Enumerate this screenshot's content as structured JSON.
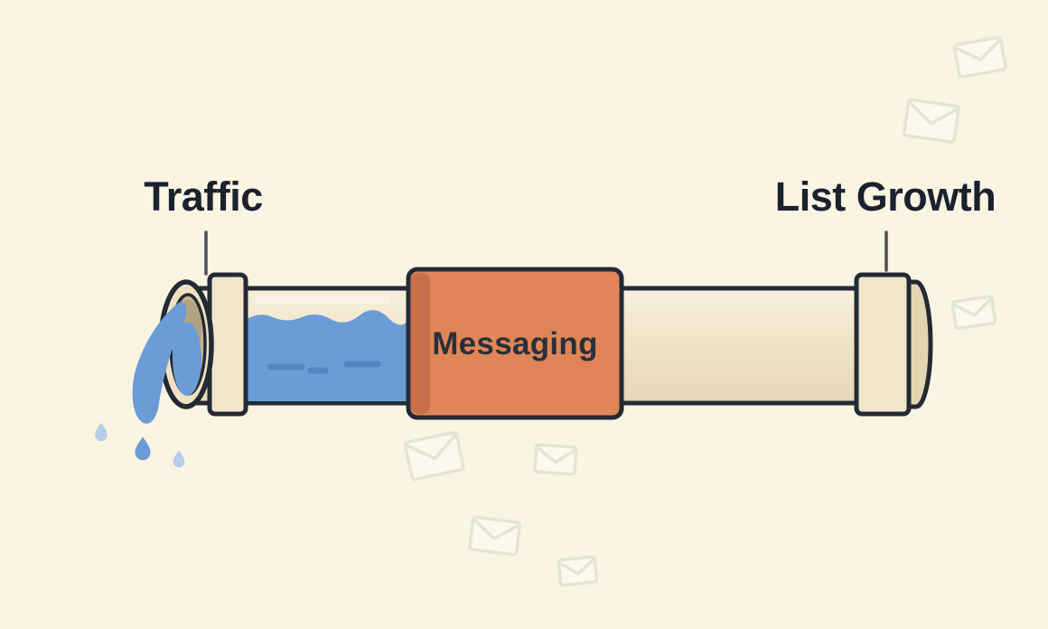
{
  "title": "Traffic to List Growth pipeline illustration",
  "labels": {
    "traffic": "Traffic",
    "messaging": "Messaging",
    "list_growth": "List Growth"
  },
  "colors": {
    "background": "#FAF4E3",
    "text": "#1B222E",
    "outline": "#242A33",
    "pipe_fill": "#EFE3C6",
    "pipe_fill_light": "#F8F0DE",
    "pipe_fill_dark": "#E6D7B6",
    "collar_fill": "#F1E6CA",
    "opening_inner": "#C8B691",
    "water": "#6C9CD6",
    "water_dark": "#5784C2",
    "water_light": "#B6CCE8",
    "messaging_fill": "#DF8557",
    "messaging_shade": "#C7704B",
    "envelope_stroke": "#E2E6D2",
    "pointer_line": "#4A4F57"
  },
  "icons": {
    "background_pattern": "envelope-icon",
    "envelope_count": 7
  }
}
